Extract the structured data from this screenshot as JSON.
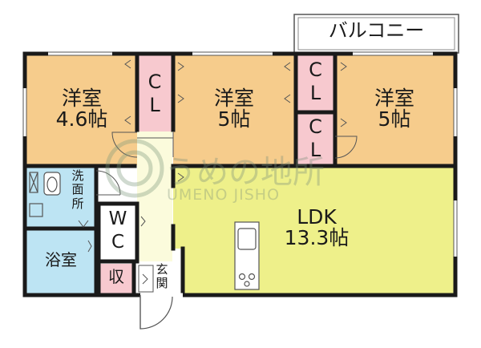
{
  "colors": {
    "bedroom": "#f6cc8c",
    "closet": "#f7c9cf",
    "ldk": "#eef08a",
    "bath": "#bde4f3",
    "hall": "#fbfbdc",
    "wall": "#1a1a1a",
    "outline": "#555555"
  },
  "balcony": {
    "label": "バルコニー"
  },
  "rooms": {
    "bedroom_left": {
      "name": "洋室",
      "size": "4.6帖"
    },
    "bedroom_mid": {
      "name": "洋室",
      "size": "5帖"
    },
    "bedroom_right": {
      "name": "洋室",
      "size": "5帖"
    },
    "ldk": {
      "name": "LDK",
      "size": "13.3帖"
    },
    "bath": {
      "name": "浴室"
    },
    "washroom": {
      "chars": [
        "洗",
        "面",
        "所"
      ]
    },
    "toilet": {
      "chars": [
        "W",
        "C"
      ]
    },
    "storage": {
      "name": "収"
    },
    "entrance": {
      "chars": [
        "玄",
        "関"
      ]
    }
  },
  "closets": {
    "left": {
      "chars": [
        "C",
        "L"
      ]
    },
    "mid_upper": {
      "chars": [
        "C",
        "L"
      ]
    },
    "mid_lower": {
      "chars": [
        "C",
        "L"
      ]
    }
  },
  "watermark": {
    "main": "うめの地所",
    "sub": "UMENO JISHO"
  }
}
